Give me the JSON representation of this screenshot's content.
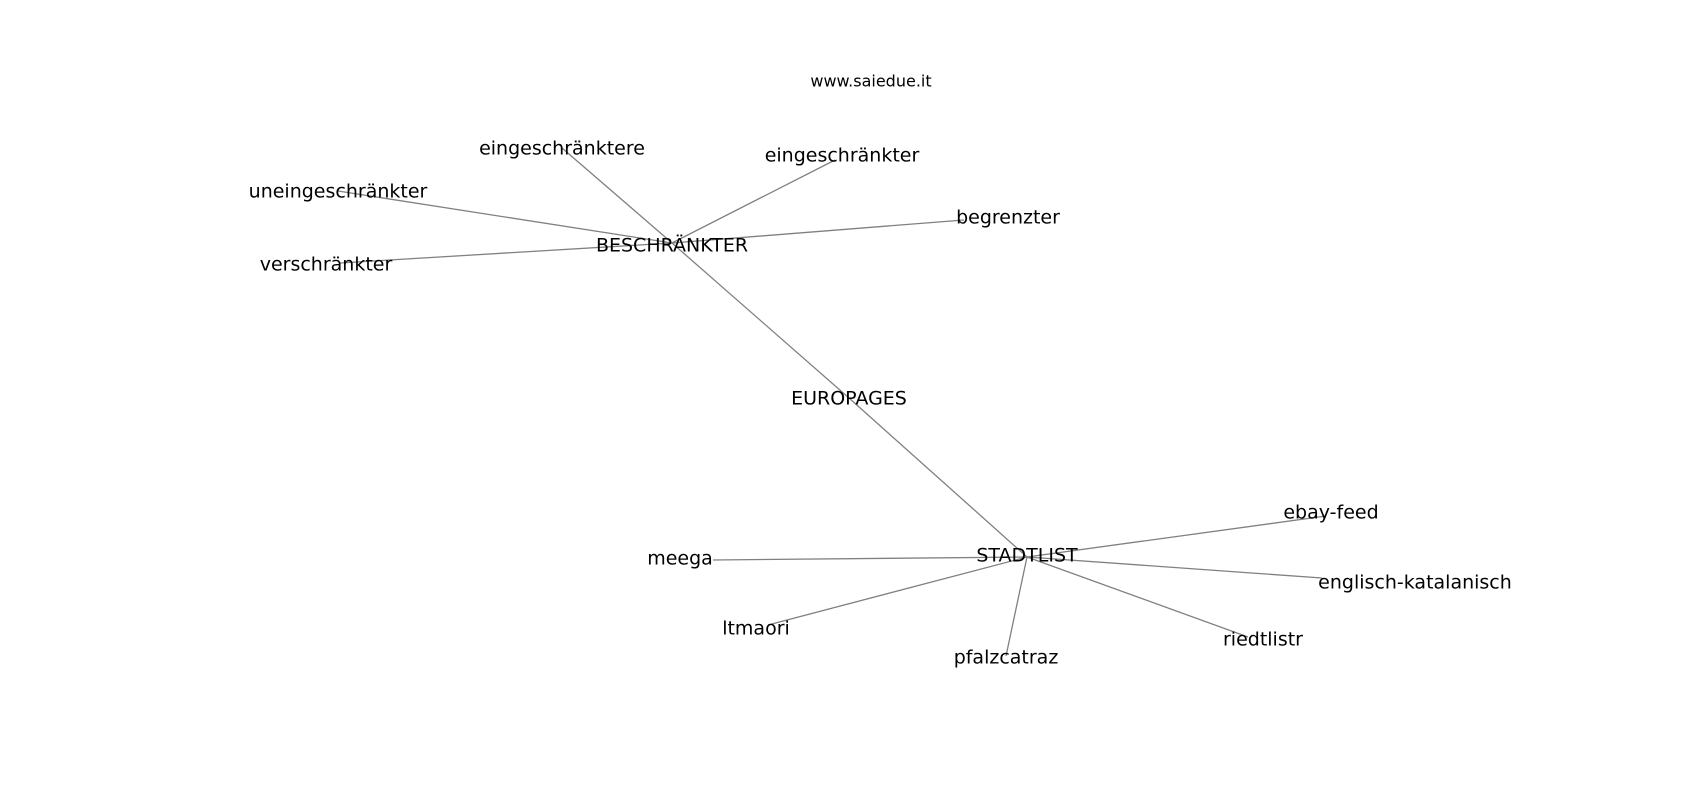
{
  "header": {
    "site": "www.saiedue.it"
  },
  "nodes": [
    {
      "id": "beschraenkter",
      "label": "BESCHRÄNKTER"
    },
    {
      "id": "europages",
      "label": "EUROPAGES"
    },
    {
      "id": "stadtlist",
      "label": "STADTLIST"
    },
    {
      "id": "eingeschraenktere",
      "label": "eingeschränktere"
    },
    {
      "id": "eingeschraenkter",
      "label": "eingeschränkter"
    },
    {
      "id": "uneingeschraenkter",
      "label": "uneingeschränkter"
    },
    {
      "id": "begrenzter",
      "label": "begrenzter"
    },
    {
      "id": "verschraenkter",
      "label": "verschränkter"
    },
    {
      "id": "ebay-feed",
      "label": "ebay-feed"
    },
    {
      "id": "englisch-katalanisch",
      "label": "englisch-katalanisch"
    },
    {
      "id": "meega",
      "label": "meega"
    },
    {
      "id": "ltmaori",
      "label": "ltmaori"
    },
    {
      "id": "pfalzcatraz",
      "label": "pfalzcatraz"
    },
    {
      "id": "riedtlistr",
      "label": "riedtlistr"
    }
  ],
  "edges": [
    [
      "beschraenkter",
      "eingeschraenktere"
    ],
    [
      "beschraenkter",
      "eingeschraenkter"
    ],
    [
      "beschraenkter",
      "uneingeschraenkter"
    ],
    [
      "beschraenkter",
      "begrenzter"
    ],
    [
      "beschraenkter",
      "verschraenkter"
    ],
    [
      "beschraenkter",
      "europages"
    ],
    [
      "europages",
      "stadtlist"
    ],
    [
      "stadtlist",
      "ebay-feed"
    ],
    [
      "stadtlist",
      "englisch-katalanisch"
    ],
    [
      "stadtlist",
      "meega"
    ],
    [
      "stadtlist",
      "ltmaori"
    ],
    [
      "stadtlist",
      "pfalzcatraz"
    ],
    [
      "stadtlist",
      "riedtlistr"
    ]
  ]
}
